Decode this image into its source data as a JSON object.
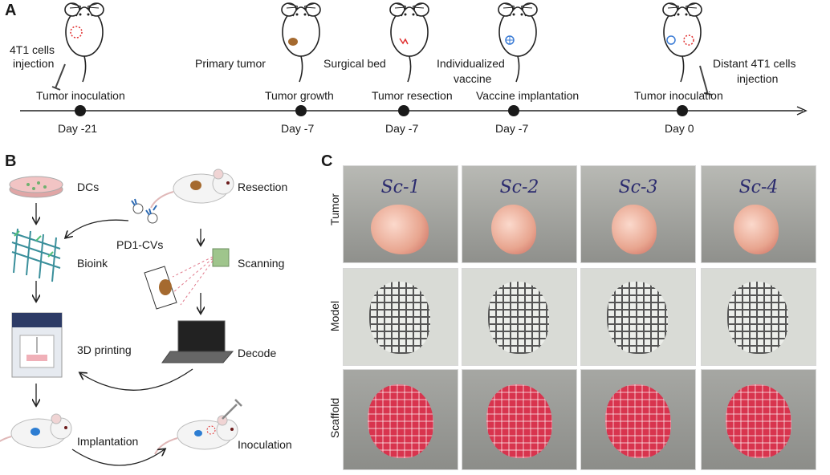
{
  "panels": {
    "a": "A",
    "b": "B",
    "c": "C"
  },
  "timeline": {
    "events": [
      {
        "label": "Tumor inoculation",
        "day": "Day -21"
      },
      {
        "label": "Tumor growth",
        "day": "Day -7"
      },
      {
        "label": "Tumor resection",
        "day": "Day -7"
      },
      {
        "label": "Vaccine implantation",
        "day": "Day -7"
      },
      {
        "label": "Tumor inoculation",
        "day": "Day 0"
      }
    ],
    "annotations": {
      "cells_injection_1": "4T1 cells",
      "cells_injection_2": "injection",
      "primary_tumor": "Primary tumor",
      "surgical_bed": "Surgical bed",
      "vaccine_1": "Individualized",
      "vaccine_2": "vaccine",
      "distant_1": "Distant 4T1 cells",
      "distant_2": "injection"
    }
  },
  "workflow": {
    "dcs": "DCs",
    "pd1": "PD1-CVs",
    "bioink": "Bioink",
    "printing": "3D printing",
    "implantation": "Implantation",
    "resection": "Resection",
    "scanning": "Scanning",
    "decode": "Decode",
    "inoculation": "Inoculation"
  },
  "grid": {
    "rows": [
      "Tumor",
      "Model",
      "Scaffold"
    ],
    "samples": [
      "Sc-1",
      "Sc-2",
      "Sc-3",
      "Sc-4"
    ],
    "colors": {
      "tumor": "#e8a58f",
      "scaffold": "#d8344e",
      "model_bg": "#d9dbd6",
      "photo_bg": "#8e8f8c"
    }
  }
}
